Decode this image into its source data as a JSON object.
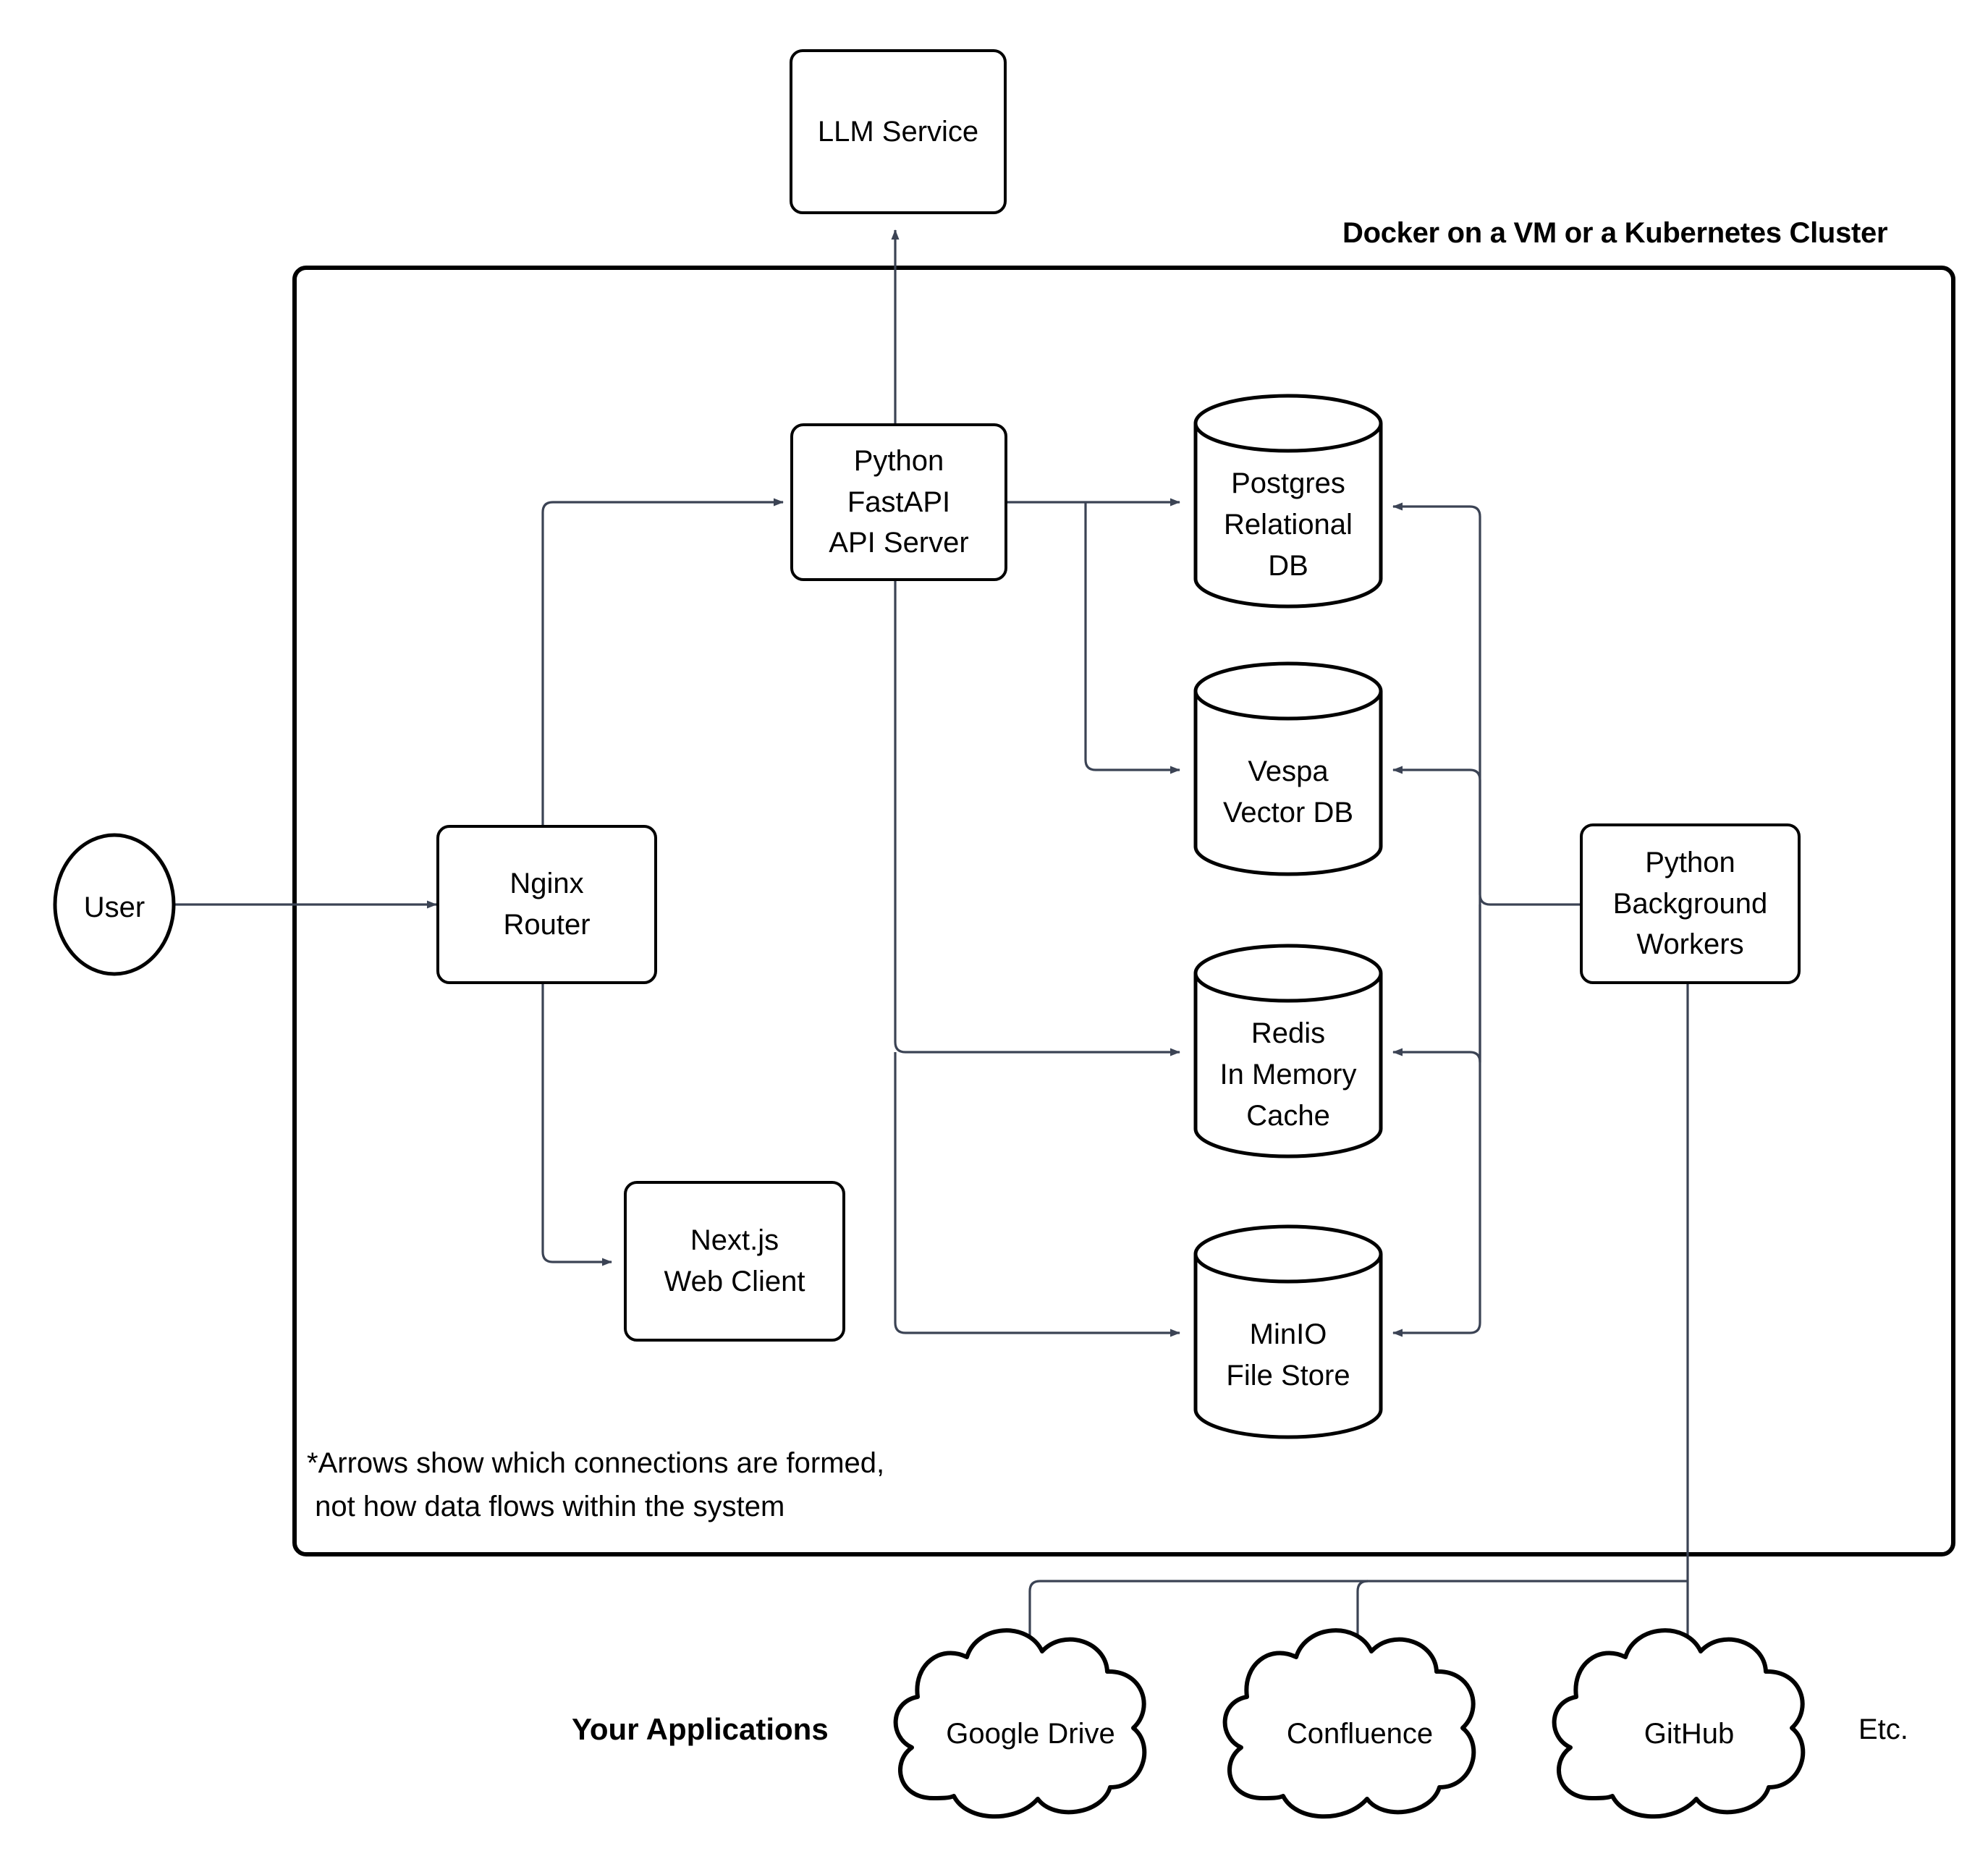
{
  "diagram": {
    "title_note": "Docker on a VM or a Kubernetes Cluster",
    "footnote_line1": "*Arrows show which connections are formed,",
    "footnote_line2": " not how data flows within the system",
    "applications_label": "Your Applications",
    "etc_label": "Etc.",
    "colors": {
      "node_border": "#000000",
      "node_fill": "#ffffff",
      "connector": "#3b4354",
      "text": "#000000",
      "background": "#ffffff"
    }
  },
  "nodes": {
    "llm_service": {
      "label": "LLM Service",
      "shape": "rounded-rectangle"
    },
    "user": {
      "label": "User",
      "shape": "ellipse"
    },
    "nginx_router": {
      "line1": "Nginx",
      "line2": "Router",
      "shape": "rounded-rectangle"
    },
    "fastapi_server": {
      "line1": "Python",
      "line2": "FastAPI",
      "line3": "API Server",
      "shape": "rounded-rectangle"
    },
    "nextjs_client": {
      "line1": "Next.js",
      "line2": "Web Client",
      "shape": "rounded-rectangle"
    },
    "background_workers": {
      "line1": "Python",
      "line2": "Background",
      "line3": "Workers",
      "shape": "rounded-rectangle"
    },
    "postgres": {
      "line1": "Postgres",
      "line2": "Relational",
      "line3": "DB",
      "shape": "cylinder"
    },
    "vespa": {
      "line1": "Vespa",
      "line2": "Vector DB",
      "shape": "cylinder"
    },
    "redis": {
      "line1": "Redis",
      "line2": "In Memory",
      "line3": "Cache",
      "shape": "cylinder"
    },
    "minio": {
      "line1": "MinIO",
      "line2": "File Store",
      "shape": "cylinder"
    },
    "google_drive": {
      "label": "Google Drive",
      "shape": "cloud"
    },
    "confluence": {
      "label": "Confluence",
      "shape": "cloud"
    },
    "github": {
      "label": "GitHub",
      "shape": "cloud"
    }
  },
  "edges": [
    {
      "from": "user",
      "to": "nginx_router"
    },
    {
      "from": "nginx_router",
      "to": "fastapi_server"
    },
    {
      "from": "nginx_router",
      "to": "nextjs_client"
    },
    {
      "from": "fastapi_server",
      "to": "llm_service"
    },
    {
      "from": "fastapi_server",
      "to": "postgres"
    },
    {
      "from": "fastapi_server",
      "to": "vespa"
    },
    {
      "from": "fastapi_server",
      "to": "redis"
    },
    {
      "from": "fastapi_server",
      "to": "minio"
    },
    {
      "from": "background_workers",
      "to": "postgres"
    },
    {
      "from": "background_workers",
      "to": "vespa"
    },
    {
      "from": "background_workers",
      "to": "redis"
    },
    {
      "from": "background_workers",
      "to": "minio"
    },
    {
      "from": "background_workers",
      "to": "google_drive"
    },
    {
      "from": "background_workers",
      "to": "confluence"
    },
    {
      "from": "background_workers",
      "to": "github"
    }
  ]
}
